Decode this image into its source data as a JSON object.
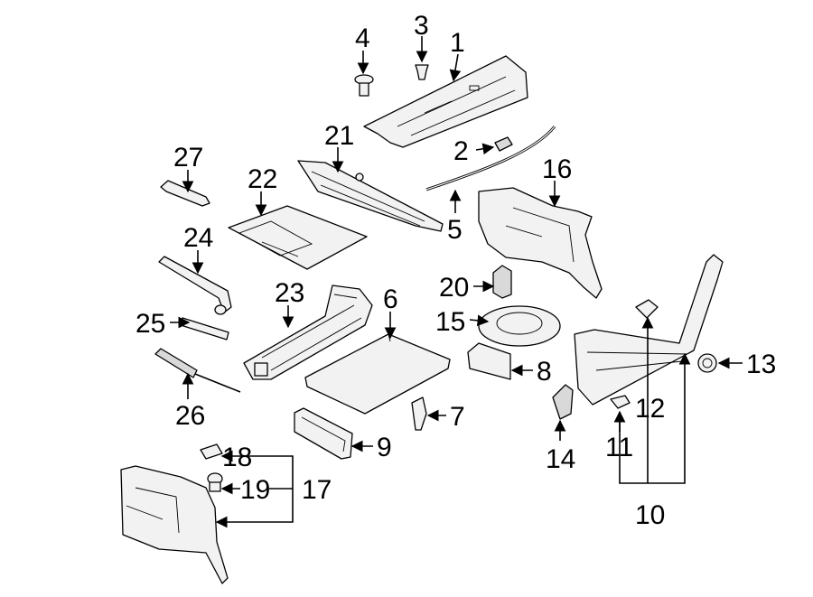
{
  "callouts": [
    {
      "id": "c1",
      "text": "1"
    },
    {
      "id": "c2",
      "text": "2"
    },
    {
      "id": "c3",
      "text": "3"
    },
    {
      "id": "c4",
      "text": "4"
    },
    {
      "id": "c5",
      "text": "5"
    },
    {
      "id": "c6",
      "text": "6"
    },
    {
      "id": "c7",
      "text": "7"
    },
    {
      "id": "c8",
      "text": "8"
    },
    {
      "id": "c9",
      "text": "9"
    },
    {
      "id": "c10",
      "text": "10"
    },
    {
      "id": "c11",
      "text": "11"
    },
    {
      "id": "c12",
      "text": "12"
    },
    {
      "id": "c13",
      "text": "13"
    },
    {
      "id": "c14",
      "text": "14"
    },
    {
      "id": "c15",
      "text": "15"
    },
    {
      "id": "c16",
      "text": "16"
    },
    {
      "id": "c17",
      "text": "17"
    },
    {
      "id": "c18",
      "text": "18"
    },
    {
      "id": "c19",
      "text": "19"
    },
    {
      "id": "c20",
      "text": "20"
    },
    {
      "id": "c21",
      "text": "21"
    },
    {
      "id": "c22",
      "text": "22"
    },
    {
      "id": "c23",
      "text": "23"
    },
    {
      "id": "c24",
      "text": "24"
    },
    {
      "id": "c25",
      "text": "25"
    },
    {
      "id": "c26",
      "text": "26"
    },
    {
      "id": "c27",
      "text": "27"
    }
  ],
  "parts": [
    "package-tray",
    "bracket",
    "push-pin-clip",
    "fastener",
    "weatherstrip",
    "floor-mat",
    "hook",
    "foam-block",
    "foam-tray",
    "sill-plate",
    "bumper-stop",
    "cover-clip",
    "grommet",
    "latch-clip",
    "spare-tire-holder",
    "side-trim-right",
    "side-trim-left",
    "retainer-clip",
    "push-retainer",
    "tie-down",
    "cargo-cover",
    "tool-kit-tray",
    "jack",
    "lug-wrench",
    "extension-bar",
    "screwdriver",
    "wrench"
  ]
}
